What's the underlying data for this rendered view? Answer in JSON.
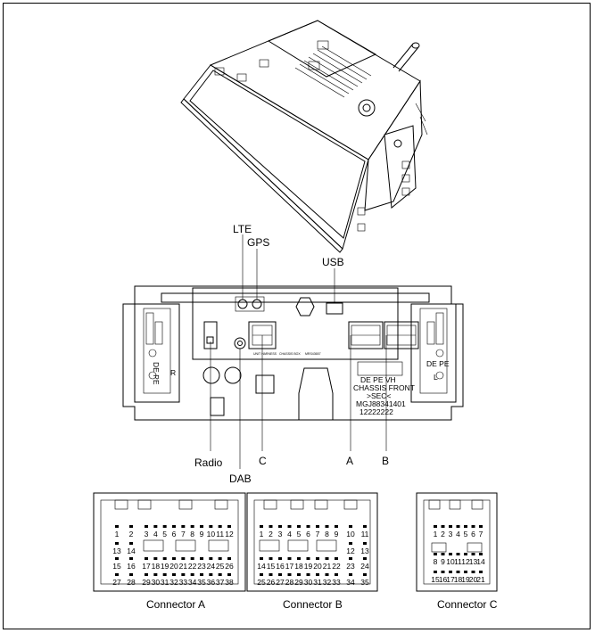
{
  "callouts": {
    "lte": "LTE",
    "gps": "GPS",
    "usb": "USB",
    "radio": "Radio",
    "dab": "DAB",
    "c": "C",
    "a": "A",
    "b": "B"
  },
  "connectors": {
    "a_title": "Connector A",
    "b_title": "Connector B",
    "c_title": "Connector C"
  },
  "pins_a": {
    "r1": [
      "1",
      "2",
      "3",
      "4",
      "5",
      "6",
      "7",
      "8",
      "9",
      "10",
      "11",
      "12"
    ],
    "r2": [
      "13",
      "14"
    ],
    "r3": [
      "15",
      "16",
      "17",
      "18",
      "19",
      "20",
      "21",
      "22",
      "23",
      "24",
      "25",
      "26"
    ],
    "r4": [
      "27",
      "28",
      "29",
      "30",
      "31",
      "32",
      "33",
      "34",
      "35",
      "36",
      "37",
      "38"
    ]
  },
  "pins_b": {
    "r1": [
      "1",
      "2",
      "3",
      "4",
      "5",
      "6",
      "7",
      "8",
      "9",
      "10",
      "11"
    ],
    "r2": [
      "12",
      "13"
    ],
    "r3": [
      "14",
      "15",
      "16",
      "17",
      "18",
      "19",
      "20",
      "21",
      "22",
      "23",
      "24"
    ],
    "r4": [
      "25",
      "26",
      "27",
      "28",
      "29",
      "30",
      "31",
      "32",
      "33",
      "34",
      "35"
    ]
  },
  "pins_c": {
    "r1": [
      "1",
      "2",
      "3",
      "4",
      "5",
      "6",
      "7"
    ],
    "r2": [
      "8",
      "9",
      "10",
      "11",
      "12",
      "13",
      "14"
    ],
    "r3": [
      "15",
      "16",
      "17",
      "18",
      "19",
      "20",
      "21"
    ]
  },
  "label_text": {
    "left_side": [
      "DE PE",
      "R"
    ],
    "right_side": [
      "DE PE",
      "L"
    ],
    "center_plate": [
      "DE PE VH",
      "CHASSIS FRONT",
      ">SEC<",
      "MGJ88341401",
      "12222222"
    ],
    "strip": [
      "UNIT HARNESS",
      "CHASSIS BOX",
      "MRS43657"
    ]
  }
}
